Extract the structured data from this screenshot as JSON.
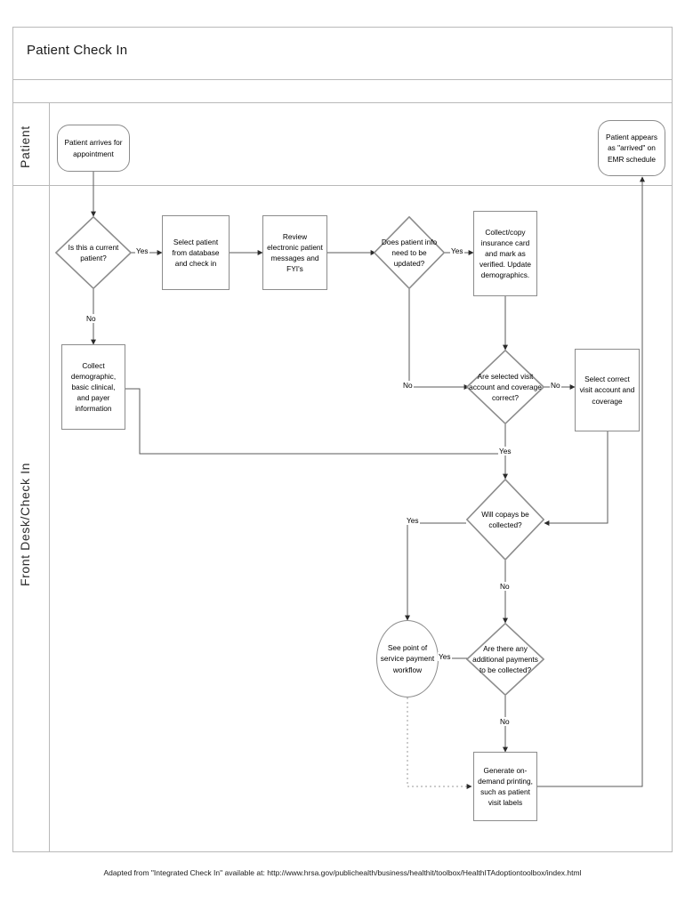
{
  "document": {
    "title": "Patient Check In",
    "footnote": "Adapted from \"Integrated Check In\" available at: http://www.hrsa.gov/publichealth/business/healthit/toolbox/HealthITAdoptiontoolbox/index.html"
  },
  "lanes": [
    {
      "id": "patient",
      "label": "Patient"
    },
    {
      "id": "front-desk",
      "label": "Front Desk/Check In"
    }
  ],
  "chart_data": {
    "type": "diagram",
    "diagram_kind": "swimlane-flowchart",
    "title": "Patient Check In",
    "nodes": [
      {
        "id": "n1",
        "shape": "terminator",
        "lane": "patient",
        "text": "Patient arrives for appointment"
      },
      {
        "id": "n2",
        "shape": "terminator",
        "lane": "patient",
        "text": "Patient appears as \"arrived\" on EMR schedule"
      },
      {
        "id": "n3",
        "shape": "decision",
        "lane": "front-desk",
        "text": "Is this a current patient?"
      },
      {
        "id": "n4",
        "shape": "process",
        "lane": "front-desk",
        "text": "Select patient from database and check in"
      },
      {
        "id": "n5",
        "shape": "process",
        "lane": "front-desk",
        "text": "Review electronic patient messages and FYI's"
      },
      {
        "id": "n6",
        "shape": "decision",
        "lane": "front-desk",
        "text": "Does patient info need to be updated?"
      },
      {
        "id": "n7",
        "shape": "process",
        "lane": "front-desk",
        "text": "Collect/copy insurance card and mark as verified. Update demographics."
      },
      {
        "id": "n8",
        "shape": "process",
        "lane": "front-desk",
        "text": "Collect demographic, basic clinical, and payer information"
      },
      {
        "id": "n9",
        "shape": "decision",
        "lane": "front-desk",
        "text": "Are selected visit account and coverage correct?"
      },
      {
        "id": "n10",
        "shape": "process",
        "lane": "front-desk",
        "text": "Select correct visit account and coverage"
      },
      {
        "id": "n11",
        "shape": "decision",
        "lane": "front-desk",
        "text": "Will copays be collected?"
      },
      {
        "id": "n12",
        "shape": "ellipse",
        "lane": "front-desk",
        "text": "See point of service payment workflow"
      },
      {
        "id": "n13",
        "shape": "decision",
        "lane": "front-desk",
        "text": "Are there any additional payments to be collected?"
      },
      {
        "id": "n14",
        "shape": "process",
        "lane": "front-desk",
        "text": "Generate on-demand printing, such as patient visit labels"
      }
    ],
    "edges": [
      {
        "from": "n1",
        "to": "n3",
        "label": ""
      },
      {
        "from": "n3",
        "to": "n4",
        "label": "Yes"
      },
      {
        "from": "n3",
        "to": "n8",
        "label": "No"
      },
      {
        "from": "n4",
        "to": "n5",
        "label": ""
      },
      {
        "from": "n5",
        "to": "n6",
        "label": ""
      },
      {
        "from": "n6",
        "to": "n7",
        "label": "Yes"
      },
      {
        "from": "n6",
        "to": "n9",
        "label": "No"
      },
      {
        "from": "n7",
        "to": "n9",
        "label": ""
      },
      {
        "from": "n8",
        "to": "n11",
        "label": ""
      },
      {
        "from": "n9",
        "to": "n10",
        "label": "No"
      },
      {
        "from": "n9",
        "to": "n11",
        "label": "Yes"
      },
      {
        "from": "n10",
        "to": "n11",
        "label": ""
      },
      {
        "from": "n11",
        "to": "n12",
        "label": "Yes"
      },
      {
        "from": "n11",
        "to": "n13",
        "label": "No"
      },
      {
        "from": "n13",
        "to": "n12",
        "label": "Yes"
      },
      {
        "from": "n13",
        "to": "n14",
        "label": "No"
      },
      {
        "from": "n12",
        "to": "n14",
        "label": "",
        "style": "dotted"
      },
      {
        "from": "n14",
        "to": "n2",
        "label": ""
      }
    ],
    "edge_labels": {
      "l1": "Yes",
      "l2": "No",
      "l3": "Yes",
      "l4": "No",
      "l5": "No",
      "l6": "Yes",
      "l7": "Yes",
      "l8": "No",
      "l9": "Yes",
      "l10": "No"
    }
  },
  "colors": {
    "node_border": "#8c8c8c",
    "frame_border": "#b9b9b9",
    "line": "#3a3a3a",
    "text": "#000000",
    "background": "#ffffff"
  }
}
